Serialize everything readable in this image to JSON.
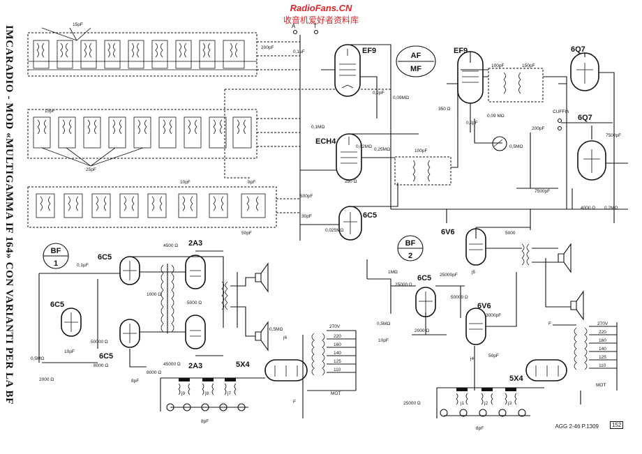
{
  "header": {
    "site": "RadioFans.CN",
    "site_cn": "收音机爱好者资料库"
  },
  "title_vertical": "IMCARADIO - MOD «MULTIGAMMA IF 164» CON VARIANTI PER LA BF",
  "sections": {
    "bf1_top": "BF",
    "bf1_num": "1",
    "bf2_top": "BF",
    "bf2_num": "2",
    "afmf_top": "AF",
    "afmf_bottom": "MF"
  },
  "tubes": {
    "ef9_a": "EF9",
    "ef9_b": "EF9",
    "q7_a": "6Q7",
    "q7_b": "6Q7",
    "ech4": "ECH4",
    "c5_main": "6C5",
    "c5_bf1_a": "6C5",
    "c5_bf1_b": "6C5",
    "c5_bf1_c": "6C5",
    "a3_a": "2A3",
    "a3_b": "2A3",
    "x4_a": "5X4",
    "x4_b": "5X4",
    "v6_a": "6V6",
    "v6_b": "6V6",
    "c5_bf2": "6C5"
  },
  "labels": {
    "c15pf_a": "15pF",
    "c15pf_b": "15pF",
    "c25pf": "25pF",
    "c10pf": "10pF",
    "c8pf_a": "8pF",
    "c200pf_a": "200pF",
    "c01_a": "0,1µF",
    "c02_a": "0,2pF",
    "r09_a": "0,09MΩ",
    "c100pf_a": "100pF",
    "c150pf": "150pF",
    "r350": "350 Ω",
    "c02_b": "0,2pF",
    "r09_b": "0,09 MΩ",
    "r05": "0,5MΩ",
    "cuffia": "CUFFIA",
    "c200pf_b": "200pF",
    "c7500_a": "7500pF",
    "c7500_b": "7500pF",
    "r4000": "4000 Ω",
    "r02m": "0,2MΩ",
    "r01m_a": "0,1MΩ",
    "r250": "250 Ω",
    "r02m_b": "0,02MΩ",
    "r025m": "0,25MΩ",
    "c100pf_b": "100pF",
    "c500pf": "500pF",
    "c30pf": "30pF",
    "c50pf": "50pF",
    "r0025": "0,025MΩ",
    "c01_b": "0,1µF",
    "r4500": "4500 Ω",
    "r1000": "1000 Ω",
    "r5000_a": "5000 Ω",
    "r50000": "50000 Ω",
    "r8000": "8000 Ω",
    "r45000": "45000 Ω",
    "r8000b": "8000 Ω",
    "r2000_a": "2000 Ω",
    "r05m_a": "0,5MΩ",
    "c10pf_b": "10pF",
    "c8pf_b": "8pF",
    "c8pf_c": "8pF",
    "r05m_b": "0,5MΩ",
    "j6": "j6",
    "j9": "j9",
    "j8": "j8",
    "j7": "j7",
    "j1": "j1",
    "j2": "j2",
    "j3": "j3",
    "j4": "j4",
    "j5": "j5",
    "v270": "270V",
    "v220": "220",
    "v160": "160",
    "v140": "140",
    "v125": "125",
    "v110": "110",
    "mot_a": "MOT",
    "r1m": "1MΩ",
    "r25000_a": "25000 Ω",
    "r25000_b": "25000pF",
    "r05m_c": "0,5MΩ",
    "r2000_b": "2000 Ω",
    "r50000_b": "50000 Ω",
    "c3000": "3000pF",
    "c5000": "5000",
    "r25000_c": "25000 Ω",
    "c10pf_c": "10pF",
    "v270b": "270V",
    "v220b": "220",
    "v160b": "160",
    "v140b": "140",
    "v125b": "125",
    "v110b": "110",
    "mot_b": "MOT",
    "c8pf_d": "8pF",
    "c50pf_b": "50pF",
    "a_term": "A",
    "t_term": "T",
    "f_a": "F",
    "f_b": "F"
  },
  "footer": {
    "ref": "AGG 2-46  P.1309",
    "page": "152"
  }
}
